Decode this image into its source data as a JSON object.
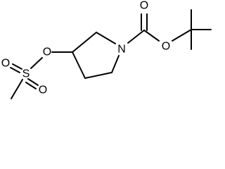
{
  "molecule": {
    "atoms": {
      "carbonyl_oxygen": "O",
      "ester_oxygen": "O",
      "ring_nitrogen": "N",
      "ether_oxygen": "O",
      "sulfur": "S",
      "sulfonyl_oxygen_left": "O",
      "sulfonyl_oxygen_bottom": "O"
    }
  }
}
